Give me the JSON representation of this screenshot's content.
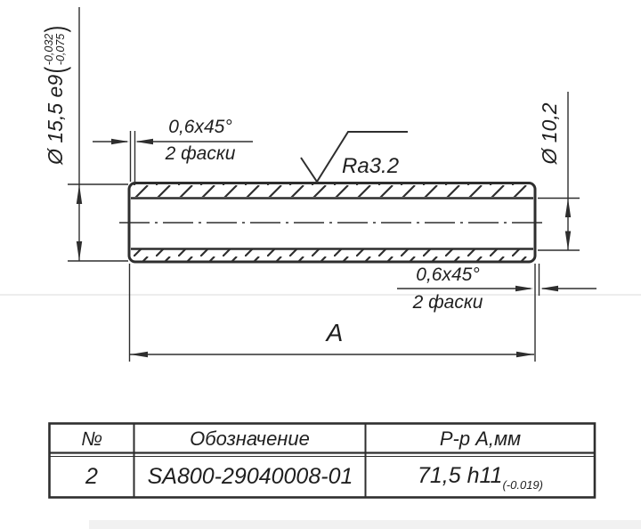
{
  "drawing": {
    "dim_outer": {
      "label": "Ø 15,5 e9",
      "paren_open": "(",
      "tol_upper": "-0,032",
      "tol_lower": "-0,075",
      "paren_close": ")"
    },
    "chamfer_top": {
      "size": "0,6x45°",
      "note": "2 фаски"
    },
    "roughness": {
      "label": "Ra3.2"
    },
    "dim_inner": {
      "label": "Ø 10,2"
    },
    "chamfer_bottom": {
      "size": "0,6x45°",
      "note": "2 фаски"
    },
    "dim_length": {
      "label": "A"
    }
  },
  "table": {
    "headers": [
      "№",
      "Обозначение",
      "Р-р А,мм"
    ],
    "row": {
      "number": "2",
      "designation": "SA800-29040008-01",
      "size": "71,5 h11",
      "size_tolerance": "(-0.019)"
    }
  },
  "colors": {
    "line": "#2e2e2e",
    "background": "#ffffff"
  }
}
